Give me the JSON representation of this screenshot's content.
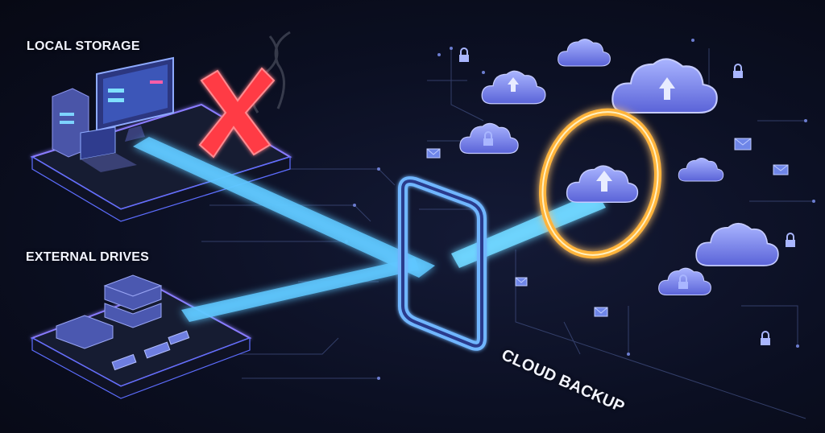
{
  "labels": {
    "local_storage": "LOCAL STORAGE",
    "external_drives": "EXTERNAL DRIVES",
    "cloud_backup": "CLOUD BACKUP"
  },
  "colors": {
    "background": "#0a0d1c",
    "beam": "#5fc8ff",
    "ring": "#ffb43a",
    "cloud": "#7a86f0",
    "x_mark": "#ff3b45"
  },
  "icons": [
    "desktop-computer-icon",
    "laptop-icon",
    "server-tower-icon",
    "red-x-icon",
    "smoke-icon",
    "server-stack-icon",
    "usb-drive-icon",
    "gateway-frame-icon",
    "cloud-upload-icon",
    "lock-icon",
    "envelope-icon",
    "glowing-ring-icon"
  ]
}
